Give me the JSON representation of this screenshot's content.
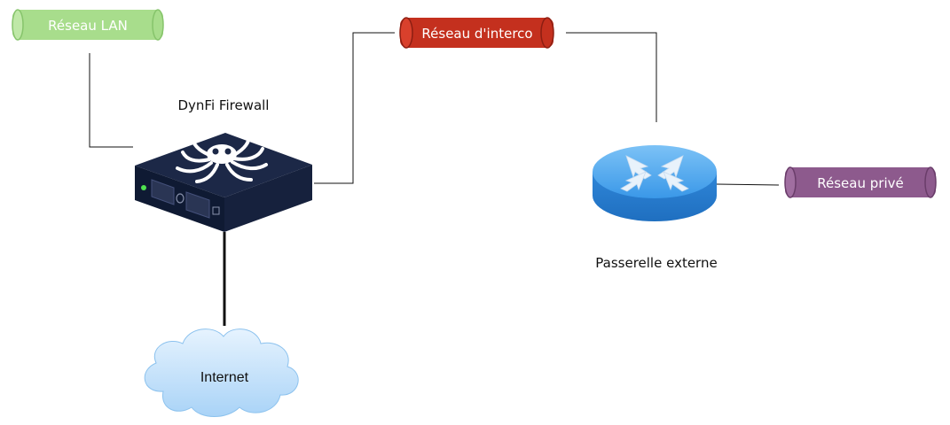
{
  "diagram": {
    "networks": {
      "lan": {
        "label": "Réseau LAN",
        "color": "#a8dd8c",
        "edge_color": "#86c46b"
      },
      "interco": {
        "label": "Réseau d'interco",
        "color": "#c4301e",
        "edge_color": "#8c1e12"
      },
      "private": {
        "label": "Réseau privé",
        "color": "#8d5a8d",
        "edge_color": "#6a3d6a"
      }
    },
    "devices": {
      "firewall": {
        "label": "DynFi Firewall",
        "icon": "octopus-firewall-appliance",
        "color": "#1c2847"
      },
      "router": {
        "label": "Passerelle externe",
        "icon": "router",
        "color": "#3a98e8"
      },
      "internet": {
        "label": "Internet",
        "icon": "cloud",
        "color": "#bfe0fb"
      }
    },
    "link_color": "#111111"
  }
}
